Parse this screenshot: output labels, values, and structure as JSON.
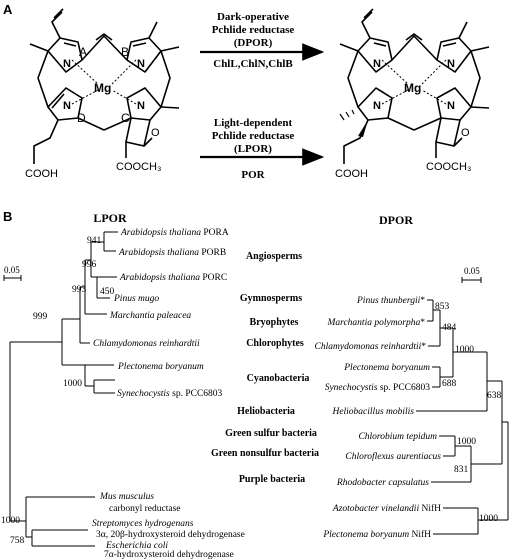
{
  "panel_a": {
    "label": "A",
    "ring_labels": [
      "A",
      "B",
      "C",
      "D"
    ],
    "metal": "Mg",
    "nitrogen": "N",
    "cooch3": "COOCH₃",
    "cooh": "COOH",
    "ketone_o": "O",
    "reactions": {
      "dark": {
        "line1": "Dark-operative",
        "line2": "Pchlide reductase",
        "line3": "(DPOR)",
        "subunits": "ChlL,ChlN,ChlB"
      },
      "light": {
        "line1": "Light-dependent",
        "line2": "Pchlide reductase",
        "line3": "(LPOR)",
        "enzyme": "POR"
      }
    }
  },
  "panel_b": {
    "label": "B",
    "lpor_title": "LPOR",
    "dpor_title": "DPOR",
    "scale_left": "0.05",
    "scale_right": "0.05",
    "lpor_taxa": [
      {
        "italic": "Arabidopsis thaliana",
        "suffix": " PORA"
      },
      {
        "italic": "Arabidopsis thaliana",
        "suffix": " PORB"
      },
      {
        "italic": "Arabidopsis thaliana",
        "suffix": " PORC"
      },
      {
        "italic": "Pinus mugo",
        "suffix": ""
      },
      {
        "italic": "Marchantia paleacea",
        "suffix": ""
      },
      {
        "italic": "Chlamydomonas reinhardtii",
        "suffix": ""
      },
      {
        "italic": "Plectonema boryanum",
        "suffix": ""
      },
      {
        "italic": "Synechocystis",
        "suffix": " sp. PCC6803"
      },
      {
        "italic": "Mus musculus",
        "suffix": "",
        "sub": "carbonyl reductase"
      },
      {
        "italic": "Streptomyces hydrogenans",
        "suffix": "",
        "sub": "3α, 20β-hydroxysteroid dehydrogenase"
      },
      {
        "italic": "Escherichia coli",
        "suffix": "",
        "sub": "7α-hydroxysteroid dehydrogenase"
      }
    ],
    "groups": [
      "Angiosperms",
      "Gymnosperms",
      "Bryophytes",
      "Chlorophytes",
      "Cyanobacteria",
      "Heliobacteria",
      "Green sulfur bacteria",
      "Green nonsulfur bacteria",
      "Purple bacteria"
    ],
    "dpor_taxa": [
      {
        "italic": "Pinus thunbergii",
        "suffix": "*"
      },
      {
        "italic": "Marchantia polymorpha",
        "suffix": "*"
      },
      {
        "italic": "Chlamydomonas reinhardtii",
        "suffix": "*"
      },
      {
        "italic": "Plectonema boryanum",
        "suffix": ""
      },
      {
        "italic": "Synechocystis",
        "suffix": " sp. PCC6803"
      },
      {
        "italic": "Heliobacillus mobilis",
        "suffix": ""
      },
      {
        "italic": "Chlorobium tepidum",
        "suffix": ""
      },
      {
        "italic": "Chloroflexus aurentiacus",
        "suffix": ""
      },
      {
        "italic": "Rhodobacter capsulatus",
        "suffix": ""
      },
      {
        "italic": "Azotobacter vinelandii",
        "suffix": " NifH"
      },
      {
        "italic": "Plectonema boryanum",
        "suffix": " NifH"
      }
    ],
    "lpor_bootstrap": [
      "941",
      "996",
      "450",
      "993",
      "999",
      "1000",
      "1000",
      "758"
    ],
    "dpor_bootstrap": [
      "853",
      "484",
      "1000",
      "688",
      "638",
      "1000",
      "831",
      "1000"
    ]
  }
}
